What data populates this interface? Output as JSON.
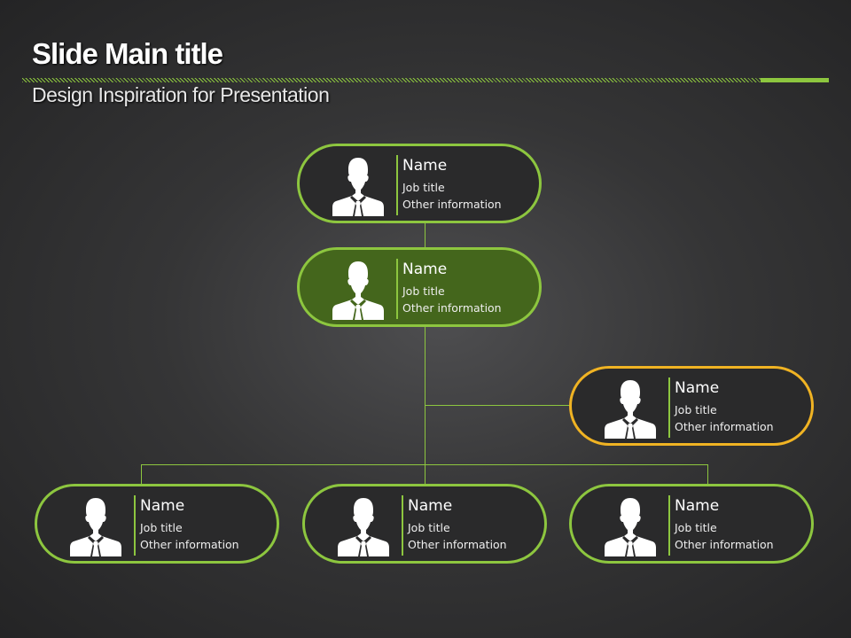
{
  "slide": {
    "title": "Slide Main title",
    "subtitle": "Design Inspiration for Presentation"
  },
  "colors": {
    "accent": "#8dc63f",
    "highlight_fill": "#44661c",
    "assistant_border": "#f0b323"
  },
  "cards": [
    {
      "name": "Name",
      "job": "Job title",
      "other": "Other information",
      "role": "top"
    },
    {
      "name": "Name",
      "job": "Job title",
      "other": "Other information",
      "role": "manager"
    },
    {
      "name": "Name",
      "job": "Job title",
      "other": "Other information",
      "role": "assistant"
    },
    {
      "name": "Name",
      "job": "Job title",
      "other": "Other information",
      "role": "report-1"
    },
    {
      "name": "Name",
      "job": "Job title",
      "other": "Other information",
      "role": "report-2"
    },
    {
      "name": "Name",
      "job": "Job title",
      "other": "Other information",
      "role": "report-3"
    }
  ]
}
